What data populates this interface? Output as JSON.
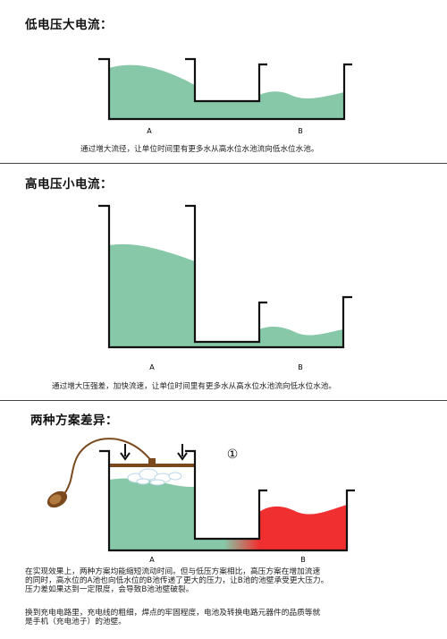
{
  "section1": {
    "title": "低电压大电流：",
    "label_a": "A",
    "label_b": "B",
    "caption": "通过增大流径，让单位时间里有更多水从高水位水池流向低水位水池。"
  },
  "section2": {
    "title": "高电压小电流：",
    "label_a": "A",
    "label_b": "B",
    "caption": "通过增大压强差，加快流速，让单位时间里有更多水从高水位水池流向低水位水池。"
  },
  "section3": {
    "title": "两种方案差异：",
    "marker": "①",
    "label_a": "A",
    "label_b": "B",
    "para1": [
      "在实现效果上，两种方案均能缩短流动时间。但与低压方案相比，高压方案在增加流速",
      "的同时，高水位的A池也向低水位的B池传递了更大的压力，让B池的池壁承受更大压力。",
      "压力差如果达到一定限度，会导致B池池壁破裂。"
    ],
    "para2": [
      "换到充电电路里，充电线的粗细，焊点的牢固程度，电池及转换电路元器件的品质等就",
      "是手机（充电池子）的池壁。"
    ]
  },
  "colors": {
    "water": "#86c8a8",
    "red_water": "#f03030",
    "wall": "#111111",
    "plunger": "#7a4a1e"
  }
}
